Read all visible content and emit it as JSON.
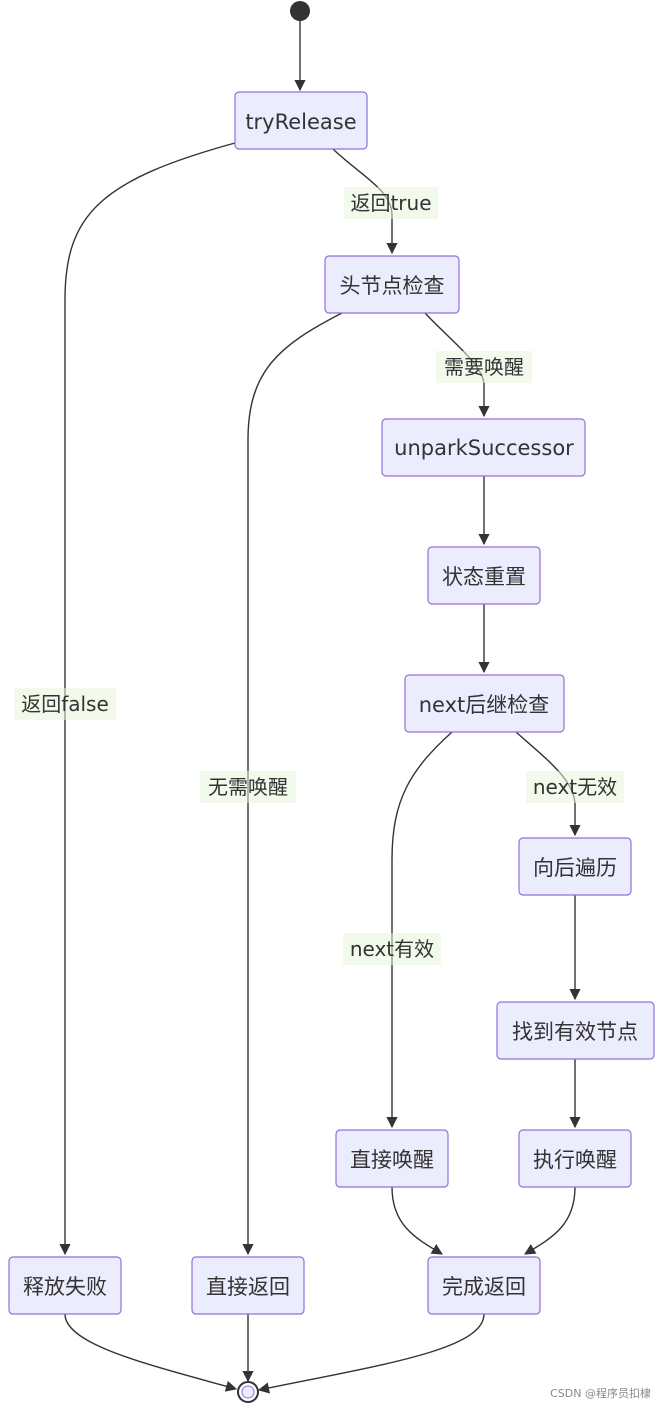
{
  "nodes": {
    "try_release": "tryRelease",
    "head_check": "头节点检查",
    "unpark": "unparkSuccessor",
    "reset": "状态重置",
    "next_check": "next后继检查",
    "traverse": "向后遍历",
    "find_valid": "找到有效节点",
    "direct_wake": "直接唤醒",
    "exec_wake": "执行唤醒",
    "release_fail": "释放失败",
    "direct_return": "直接返回",
    "complete_return": "完成返回"
  },
  "edge_labels": {
    "return_true": "返回true",
    "return_false": "返回false",
    "need_wake": "需要唤醒",
    "no_wake": "无需唤醒",
    "next_invalid": "next无效",
    "next_valid": "next有效"
  },
  "watermark": "CSDN @程序员扣棣",
  "colors": {
    "node_fill": "#ECECFF",
    "node_stroke": "#9370DB",
    "edge": "#333333",
    "edge_label_bg": "#E8F5DB"
  }
}
